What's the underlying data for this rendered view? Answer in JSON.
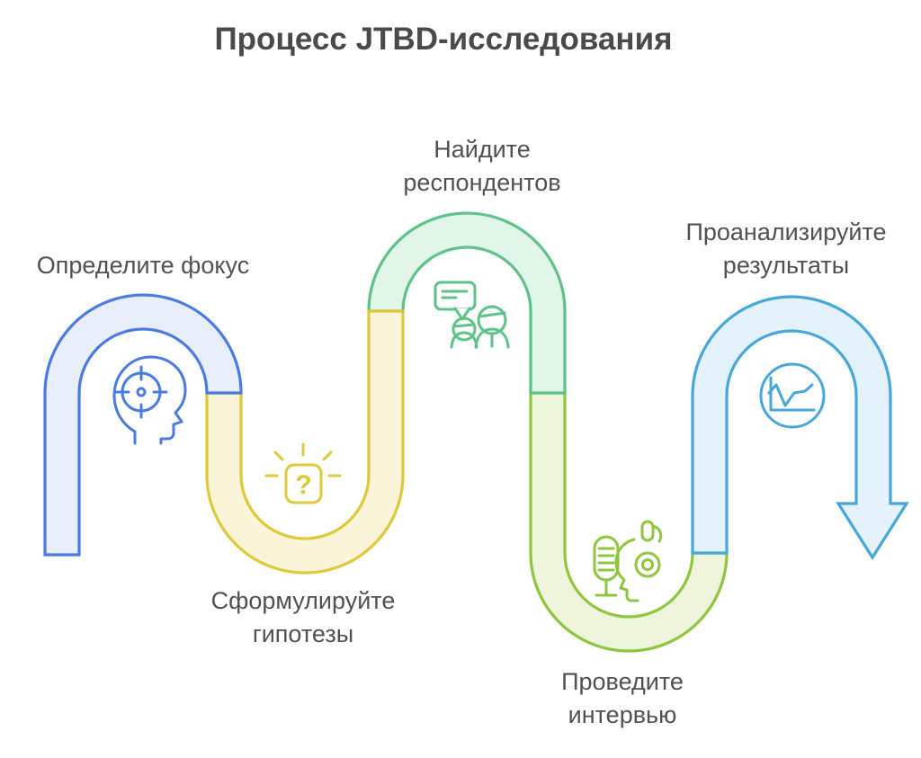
{
  "title": "Процесс JTBD-исследования",
  "colors": {
    "background": "#ffffff",
    "title_text": "#4a4a4a",
    "label_text": "#515151"
  },
  "steps": [
    {
      "order": 1,
      "label_lines": [
        "Определите фокус"
      ],
      "icon": "head-with-target-icon",
      "tube_stroke": "#4a7be0",
      "tube_fill": "#e9eefb"
    },
    {
      "order": 2,
      "label_lines": [
        "Сформулируйте",
        "гипотезы"
      ],
      "icon": "idea-question-box-icon",
      "icon_glyph": "?",
      "tube_stroke": "#ddc93a",
      "tube_fill": "#faf5d8"
    },
    {
      "order": 3,
      "label_lines": [
        "Найдите",
        "респондентов"
      ],
      "icon": "speech-bubble-people-icon",
      "tube_stroke": "#5dc389",
      "tube_fill": "#e1f5e8"
    },
    {
      "order": 4,
      "label_lines": [
        "Проведите",
        "интервью"
      ],
      "icon": "microphone-interviewer-icon",
      "tube_stroke": "#8fc63f",
      "tube_fill": "#eef5dc"
    },
    {
      "order": 5,
      "label_lines": [
        "Проанализируйте",
        "результаты"
      ],
      "icon": "line-chart-circle-icon",
      "tube_stroke": "#46a7da",
      "tube_fill": "#e3f2fb"
    }
  ]
}
